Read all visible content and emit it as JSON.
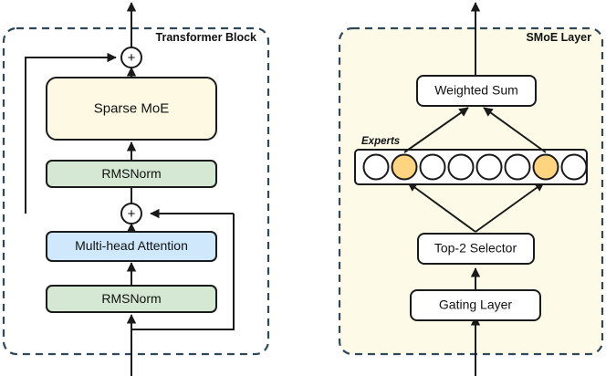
{
  "figure": {
    "type": "diagram",
    "description": "Transformer Block with Sparse MoE and SMoE Layer expansion"
  },
  "colors": {
    "dashed_border": "#2f4858",
    "stroke": "#1a1a1a",
    "moe_fill": "#fdf9e3",
    "norm_fill": "#d5e8d4",
    "attention_fill": "#cfe8fb",
    "panel_fill": "#fdfbe8",
    "expert_active_fill": "#ffd480",
    "expert_idle_fill": "#ffffff",
    "box_fill": "#ffffff"
  },
  "left_panel": {
    "title": "Transformer Block",
    "nodes": [
      {
        "id": "add-top",
        "label": "+",
        "shape": "circle"
      },
      {
        "id": "sparse-moe",
        "label": "Sparse MoE",
        "shape": "rounded-rect"
      },
      {
        "id": "rmsnorm-top",
        "label": "RMSNorm",
        "shape": "rounded-rect"
      },
      {
        "id": "add-bottom",
        "label": "+",
        "shape": "circle"
      },
      {
        "id": "multi-head-attention",
        "label": "Multi-head Attention",
        "shape": "rounded-rect"
      },
      {
        "id": "rmsnorm-bottom",
        "label": "RMSNorm",
        "shape": "rounded-rect"
      }
    ]
  },
  "right_panel": {
    "title": "SMoE Layer",
    "experts_label": "Experts",
    "nodes": [
      {
        "id": "weighted-sum",
        "label": "Weighted Sum",
        "shape": "rounded-rect"
      },
      {
        "id": "top2-selector",
        "label": "Top-2 Selector",
        "shape": "rounded-rect"
      },
      {
        "id": "gating-layer",
        "label": "Gating Layer",
        "shape": "rounded-rect"
      }
    ],
    "experts": [
      {
        "index": 1,
        "active": false
      },
      {
        "index": 2,
        "active": true
      },
      {
        "index": 3,
        "active": false
      },
      {
        "index": 4,
        "active": false
      },
      {
        "index": 5,
        "active": false
      },
      {
        "index": 6,
        "active": false
      },
      {
        "index": 7,
        "active": true
      },
      {
        "index": 8,
        "active": false
      }
    ],
    "expert_count": 8,
    "active_expert_count": 2
  }
}
